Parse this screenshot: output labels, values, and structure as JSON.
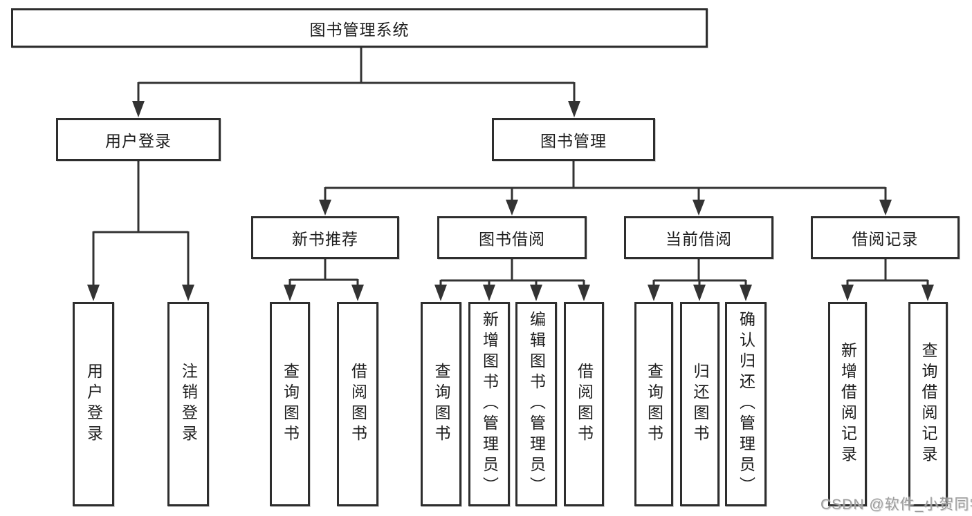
{
  "diagram": {
    "tree": {
      "root": {
        "label": "图书管理系统"
      },
      "branches": [
        {
          "label": "用户登录",
          "children": [
            {
              "label": "用户登录"
            },
            {
              "label": "注销登录"
            }
          ]
        },
        {
          "label": "图书管理",
          "children": [
            {
              "label": "新书推荐",
              "children": [
                {
                  "label": "查询图书"
                },
                {
                  "label": "借阅图书"
                }
              ]
            },
            {
              "label": "图书借阅",
              "children": [
                {
                  "label": "查询图书"
                },
                {
                  "label": "新增图书（管理员）"
                },
                {
                  "label": "编辑图书（管理员）"
                },
                {
                  "label": "借阅图书"
                }
              ]
            },
            {
              "label": "当前借阅",
              "children": [
                {
                  "label": "查询图书"
                },
                {
                  "label": "归还图书"
                },
                {
                  "label": "确认归还（管理员）"
                }
              ]
            },
            {
              "label": "借阅记录",
              "children": [
                {
                  "label": "新增借阅记录"
                },
                {
                  "label": "查询借阅记录"
                }
              ]
            }
          ]
        }
      ]
    },
    "colors": {
      "line": "#333333",
      "border": "#2e2e2e",
      "text": "#1d1d1d",
      "watermark": "#9c9c9c",
      "background": "#ffffff"
    },
    "watermark": "CSDN @软件_小贺同学"
  }
}
